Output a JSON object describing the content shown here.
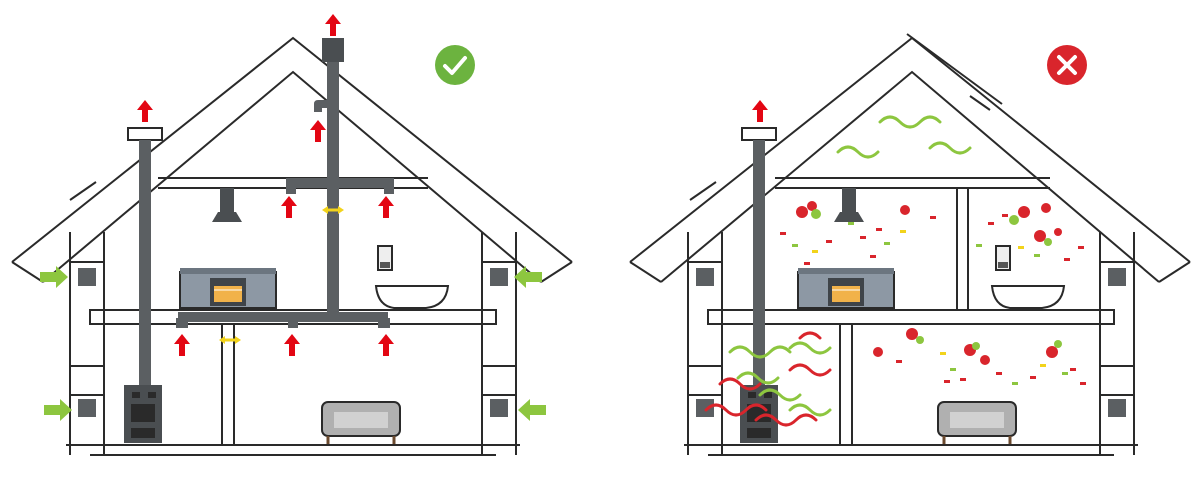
{
  "colors": {
    "outline": "#2a2a2a",
    "duct": "#5b5f62",
    "ok_badge": "#6cb33f",
    "bad_badge": "#d9252c",
    "exhaust_arrow": "#e30613",
    "intake_arrow": "#8dc63f",
    "crossflow_arrow": "#f2d31b",
    "fresh_air_wave": "#8dc63f",
    "stale_air_wave": "#d9252c",
    "kitchen_cabinet": "#8d98a4",
    "furniture": "#b0b0b0"
  },
  "panels": [
    {
      "id": "ventilated",
      "status": "correct",
      "badge_icon": "checkmark-icon"
    },
    {
      "id": "unventilated",
      "status": "incorrect",
      "badge_icon": "cross-icon"
    }
  ]
}
